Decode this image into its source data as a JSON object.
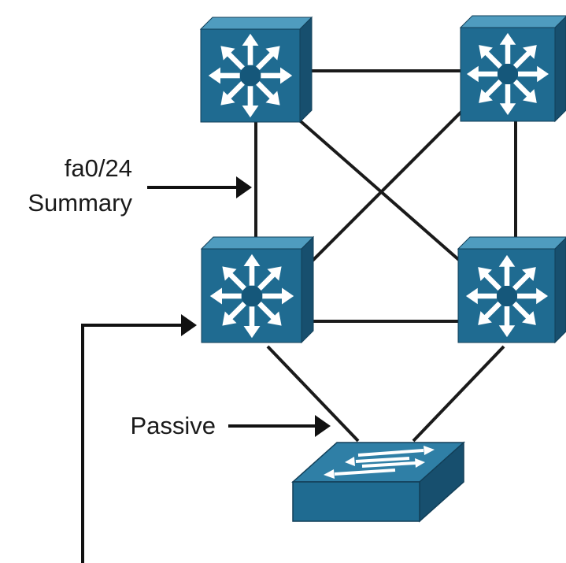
{
  "labels": {
    "annotation_upper_line1": "fa0/24",
    "annotation_upper_line2": "Summary",
    "annotation_passive": "Passive"
  },
  "colors": {
    "switch_face": "#1f6b91",
    "switch_top": "#4f9cbf",
    "switch_side": "#174f6e",
    "switch_edge": "#123f58",
    "icon_arrow": "#ffffff",
    "link_line": "#1a1a1a",
    "annotation_arrow": "#111111"
  },
  "icons": {
    "multilayer_switch": "multilayer-switch-icon",
    "layer2_switch": "layer2-switch-icon"
  }
}
